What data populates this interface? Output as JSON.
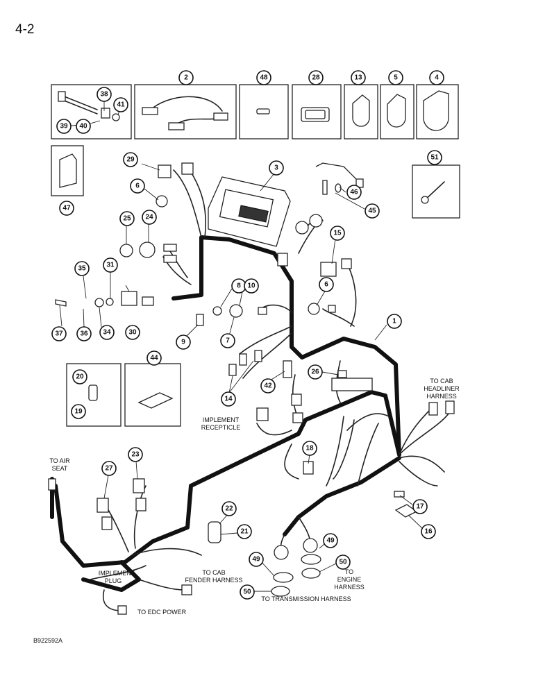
{
  "page_number": "4-2",
  "drawing_id": "B922592A",
  "callouts": {
    "c1": "1",
    "c2": "2",
    "c3": "3",
    "c4": "4",
    "c5": "5",
    "c6a": "6",
    "c6b": "6",
    "c7": "7",
    "c8": "8",
    "c9": "9",
    "c10": "10",
    "c13": "13",
    "c14": "14",
    "c15": "15",
    "c16": "16",
    "c17": "17",
    "c18": "18",
    "c19": "19",
    "c20": "20",
    "c21": "21",
    "c22": "22",
    "c23": "23",
    "c24": "24",
    "c25": "25",
    "c26": "26",
    "c27": "27",
    "c28": "28",
    "c29": "29",
    "c30": "30",
    "c31": "31",
    "c34": "34",
    "c35": "35",
    "c36": "36",
    "c37": "37",
    "c38": "38",
    "c39": "39",
    "c40": "40",
    "c41": "41",
    "c42": "42",
    "c44": "44",
    "c45": "45",
    "c46": "46",
    "c47": "47",
    "c48": "48",
    "c49a": "49",
    "c49b": "49",
    "c50a": "50",
    "c50b": "50",
    "c51": "51"
  },
  "labels": {
    "to_cab": "TO CAB",
    "headliner": "HEADLINER",
    "harness_1": "HARNESS",
    "implement_1": "IMPLEMENT",
    "receptacle": "RECEPTICLE",
    "to_air": "TO AIR",
    "seat": "SEAT",
    "implement_2": "IMPLEMENT",
    "plug": "PLUG",
    "to_cab_2": "TO CAB",
    "fender_harness": "FENDER HARNESS",
    "to": "TO",
    "engine": "ENGINE",
    "harness_2": "HARNESS",
    "to_transmission": "TO TRANSMISSION HARNESS",
    "to_edc_power": "TO EDC POWER"
  }
}
